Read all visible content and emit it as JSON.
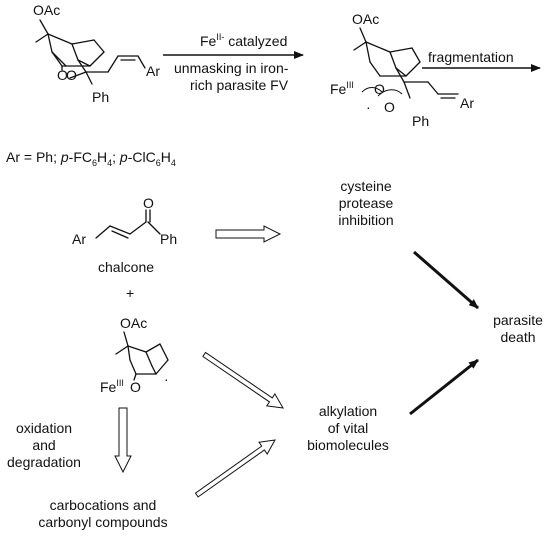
{
  "substrate": {
    "group_oac": "OAc",
    "atom_o1": "O",
    "atom_o2": "O",
    "group_ar": "Ar",
    "group_ph": "Ph"
  },
  "step1_arrow": {
    "label_above_main": "Fe",
    "label_above_sup": "II-",
    "label_above_rest": " catalyzed",
    "label_below_line1": "unmasking in iron-",
    "label_below_line2": "rich parasite FV"
  },
  "intermediate": {
    "group_oac": "OAc",
    "fe_symbol": "Fe",
    "fe_sup": "III",
    "atom_o1": "O",
    "atom_o2": "O",
    "radical_dot": "·",
    "group_ar": "Ar",
    "group_ph": "Ph"
  },
  "step2_arrow": {
    "label": "fragmentation"
  },
  "aryl_definition": {
    "prefix": "Ar = Ph; ",
    "opt1_italic": "p",
    "opt1_rest": "-FC",
    "opt1_sub": "6",
    "opt1_mid": "H",
    "opt1_sub2": "4",
    "sep": "; ",
    "opt2_italic": "p",
    "opt2_rest": "-ClC",
    "opt2_sub": "6",
    "opt2_mid": "H",
    "opt2_sub2": "4"
  },
  "chalcone": {
    "group_ar": "Ar",
    "atom_o": "O",
    "group_ph": "Ph",
    "name": "chalcone"
  },
  "plus_sign": "+",
  "radical_product": {
    "group_oac": "OAc",
    "fe_symbol": "Fe",
    "fe_sup": "III",
    "atom_o": "O",
    "radical_dot": "·"
  },
  "outcomes": {
    "cysteine_line1": "cysteine",
    "cysteine_line2": "protease",
    "cysteine_line3": "inhibition",
    "alkylation_line1": "alkylation",
    "alkylation_line2": "of vital",
    "alkylation_line3": "biomolecules",
    "death_line1": "parasite",
    "death_line2": "death",
    "oxidation_line1": "oxidation",
    "oxidation_line2": "and",
    "oxidation_line3": "degradation",
    "carbocations_line1": "carbocations and",
    "carbocations_line2": "carbonyl compounds"
  }
}
